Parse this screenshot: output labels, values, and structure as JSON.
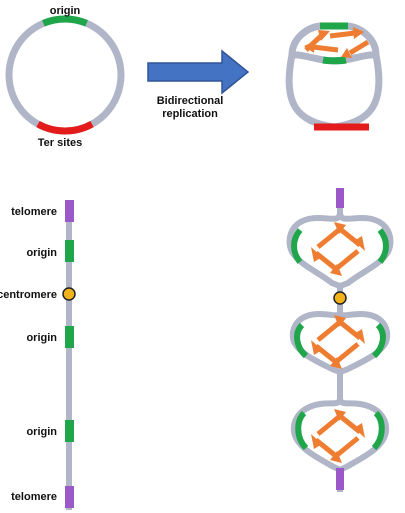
{
  "labels": {
    "origin_top": "origin",
    "ter_sites": "Ter sites",
    "arrow_line1": "Bidirectional",
    "arrow_line2": "replication",
    "telomere_top": "telomere",
    "origin_1": "origin",
    "centromere": "centromere",
    "origin_2": "origin",
    "origin_3": "origin",
    "telomere_bottom": "telomere"
  },
  "colors": {
    "dna": "#b0b6c8",
    "origin": "#1fa64a",
    "ter": "#e41b1b",
    "telomere": "#9b58c9",
    "centromere": "#f2b21a",
    "fork_arrow": "#ee7d31",
    "process_arrow": "#4473c4"
  }
}
